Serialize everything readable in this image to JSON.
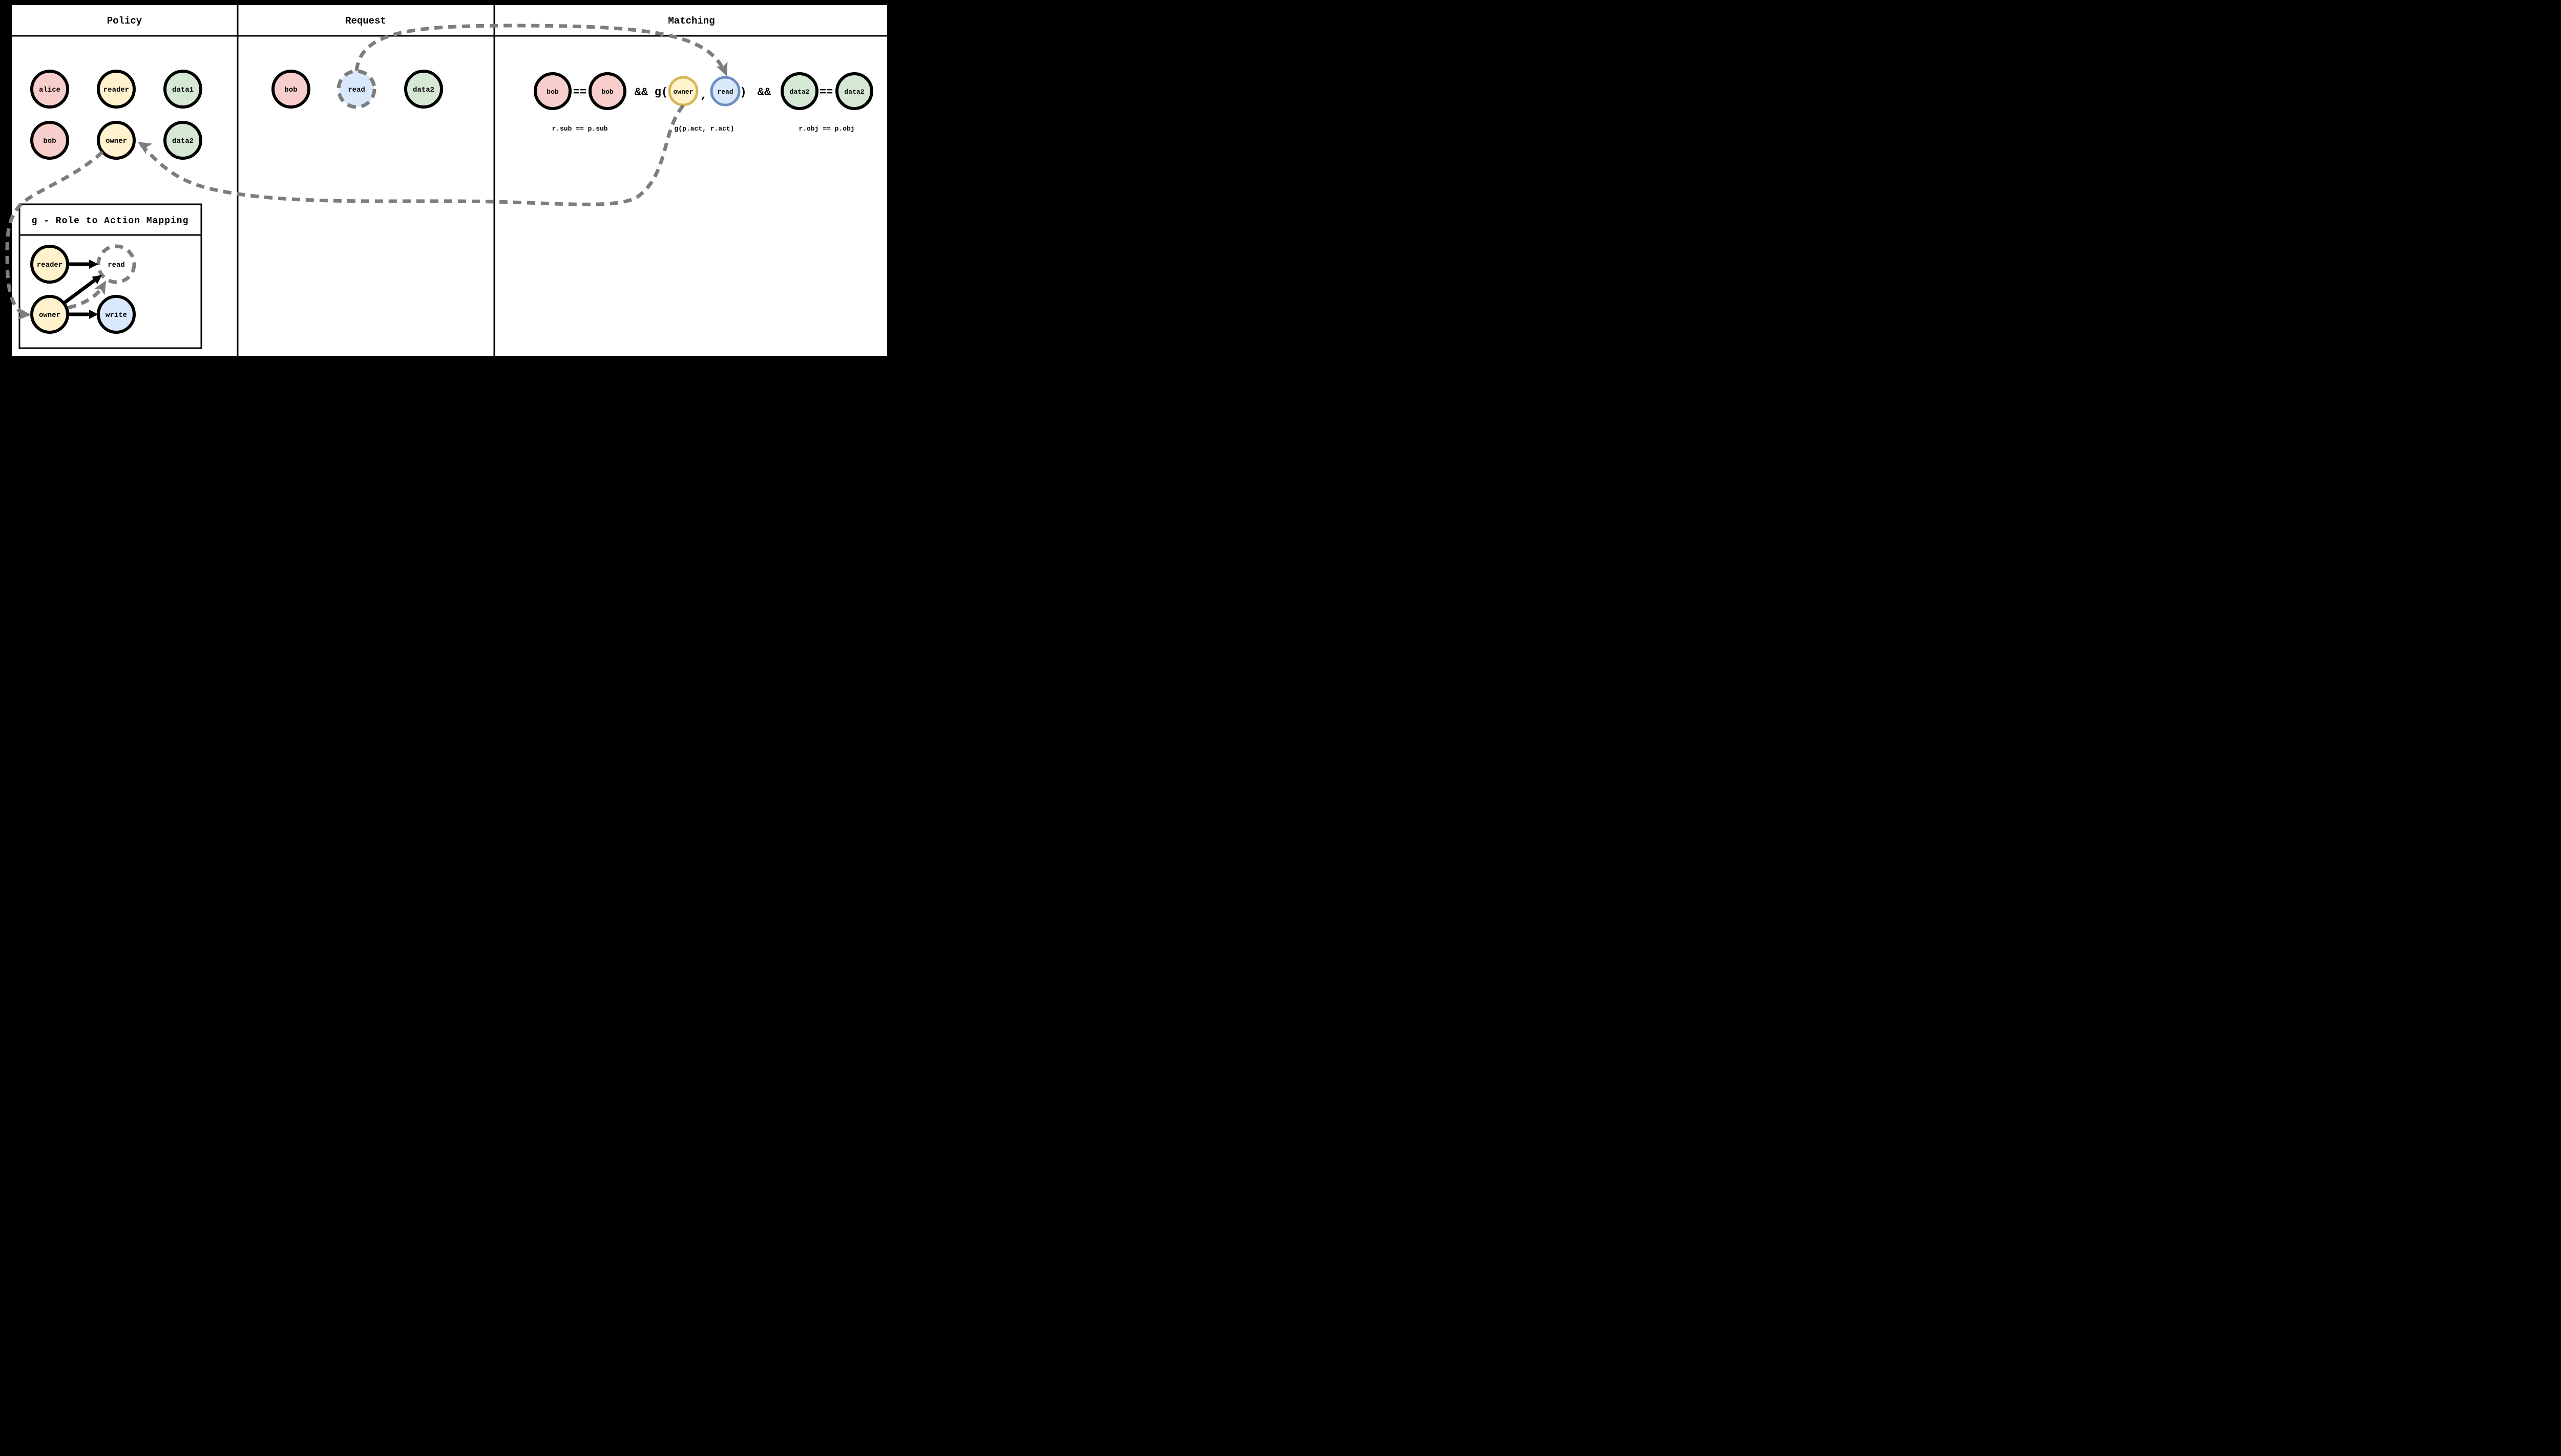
{
  "colors": {
    "background": "#000000",
    "surface": "#ffffff",
    "node_pink": "#f8cecc",
    "node_yellow": "#fff2cc",
    "node_green": "#d5e8d4",
    "node_blue": "#dae8fc",
    "stroke_black": "#000000",
    "stroke_gold": "#d6b656",
    "stroke_blue": "#6c8ebf",
    "dashed_gray": "#7d7d7d"
  },
  "panels": {
    "policy": {
      "title": "Policy"
    },
    "request": {
      "title": "Request"
    },
    "matching": {
      "title": "Matching"
    }
  },
  "policy": {
    "nodes": [
      {
        "label": "alice"
      },
      {
        "label": "reader"
      },
      {
        "label": "data1"
      },
      {
        "label": "bob"
      },
      {
        "label": "owner"
      },
      {
        "label": "data2"
      }
    ]
  },
  "request": {
    "nodes": [
      {
        "label": "bob"
      },
      {
        "label": "read"
      },
      {
        "label": "data2"
      }
    ]
  },
  "matching": {
    "r_sub": "bob",
    "p_sub": "bob",
    "p_act": "owner",
    "r_act": "read",
    "r_obj": "data2",
    "p_obj": "data2",
    "op_eq": "==",
    "op_and": "&&",
    "fn_open": "g(",
    "comma": ",",
    "paren_close": ")",
    "annotations": [
      "r.sub == p.sub",
      "g(p.act, r.act)",
      "r.obj == p.obj"
    ]
  },
  "gbox": {
    "title": "g - Role to Action Mapping",
    "nodes": [
      {
        "label": "reader"
      },
      {
        "label": "read"
      },
      {
        "label": "owner"
      },
      {
        "label": "write"
      }
    ]
  }
}
